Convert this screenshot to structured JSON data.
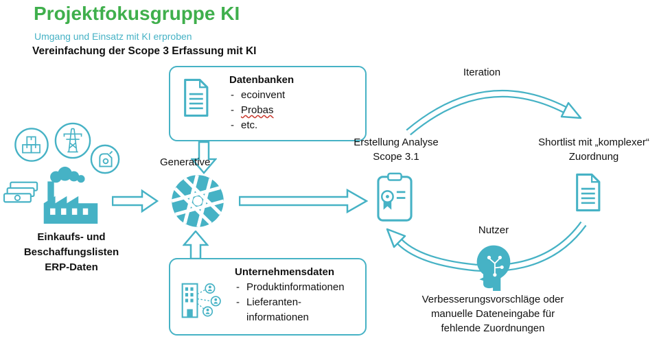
{
  "colors": {
    "teal": "#46b2c5",
    "green": "#3faf4c",
    "ink": "#111111",
    "spellred": "#c9372c"
  },
  "header": {
    "title": "Projektfokusgruppe KI",
    "subtitle": "Umgang und Einsatz mit KI erproben",
    "heading": "Vereinfachung der Scope 3 Erfassung mit KI"
  },
  "bullets": {
    "dash": "-"
  },
  "datenbanken": {
    "title": "Datenbanken",
    "items": [
      "ecoinvent",
      "Probas",
      "etc."
    ]
  },
  "unternehmensdaten": {
    "title": "Unternehmensdaten",
    "items": [
      "Produktinformationen",
      "Lieferanten-informationen"
    ]
  },
  "labels": {
    "generative": "Generative",
    "erp": "Einkaufs- und Beschaffungslisten ERP-Daten",
    "erstellung": "Erstellung Analyse Scope 3.1",
    "iteration": "Iteration",
    "shortlist": "Shortlist mit „komplexer“ Zuordnung",
    "nutzer": "Nutzer",
    "feedback": "Verbesserungsvorschläge oder manuelle Dateneingabe für fehlende Zuordnungen"
  },
  "icons": [
    "packages-icon",
    "power-pylon-icon",
    "oil-canister-icon",
    "banknotes-icon",
    "factory-icon",
    "aperture-icon",
    "document-lines-icon",
    "building-network-icon",
    "clipboard-certificate-icon",
    "head-circuit-icon",
    "block-arrow-icon",
    "curved-arrow-icon"
  ]
}
